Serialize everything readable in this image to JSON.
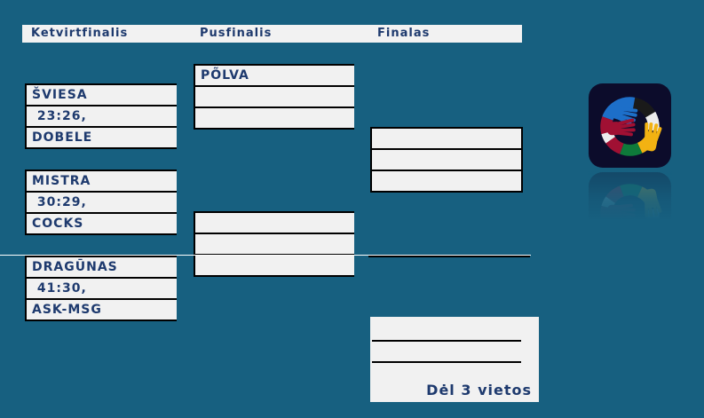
{
  "palette": {
    "background": "#176080",
    "cell_fill": "#f1f1f1",
    "cell_border": "#000000",
    "text_navy": "#1e3a6e"
  },
  "header": {
    "columns": [
      "Ketvirtfinalis",
      "Pusfinalis",
      "Finalas"
    ]
  },
  "bracket": {
    "quarterfinals": [
      {
        "rows": [
          "ŠVIESA",
          " 23:26,",
          "DOBELE"
        ]
      },
      {
        "rows": [
          "MISTRA",
          " 30:29,",
          "COCKS"
        ]
      },
      {
        "rows": [
          "DRAGŪNAS",
          " 41:30,",
          "ASK-MSG"
        ]
      }
    ],
    "semifinals": [
      {
        "rows": [
          "PÕLVA",
          "",
          ""
        ]
      },
      {
        "rows": [
          "",
          "",
          ""
        ]
      }
    ],
    "final": {
      "rows": [
        "",
        "",
        ""
      ]
    },
    "third_place": {
      "label": "Dėl 3 vietos"
    }
  },
  "logo": {
    "name": "three-hands-baltic-league-logo",
    "colors": {
      "tile": "#0c0c2b",
      "blue": "#1d6fc9",
      "red": "#a01033",
      "gold": "#f2b212",
      "green": "#0e7a3a",
      "black_arc": "#1a1a1a",
      "white_arc": "#ededed"
    }
  }
}
